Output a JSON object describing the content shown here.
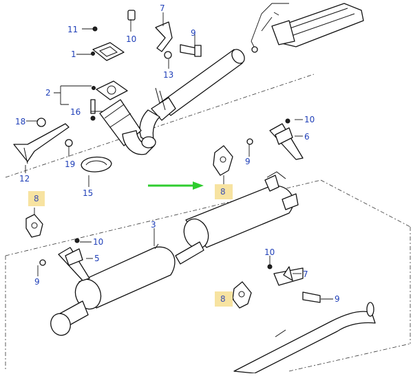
{
  "labels": {
    "l1": "1",
    "l2": "2",
    "l3": "3",
    "l5": "5",
    "l6": "6",
    "l7a": "7",
    "l7b": "7",
    "l8a": "8",
    "l8b": "8",
    "l8c": "8",
    "l9a": "9",
    "l9b": "9",
    "l9c": "9",
    "l9d": "9",
    "l10a": "10",
    "l10b": "10",
    "l10c": "10",
    "l10d": "10",
    "l11": "11",
    "l12": "12",
    "l13": "13",
    "l15": "15",
    "l16": "16",
    "l18": "18",
    "l19": "19"
  },
  "colors": {
    "callout": "#1f3fb8",
    "highlight": "#f7e3a1",
    "arrow": "#2ecc2e",
    "line": "#111111"
  }
}
